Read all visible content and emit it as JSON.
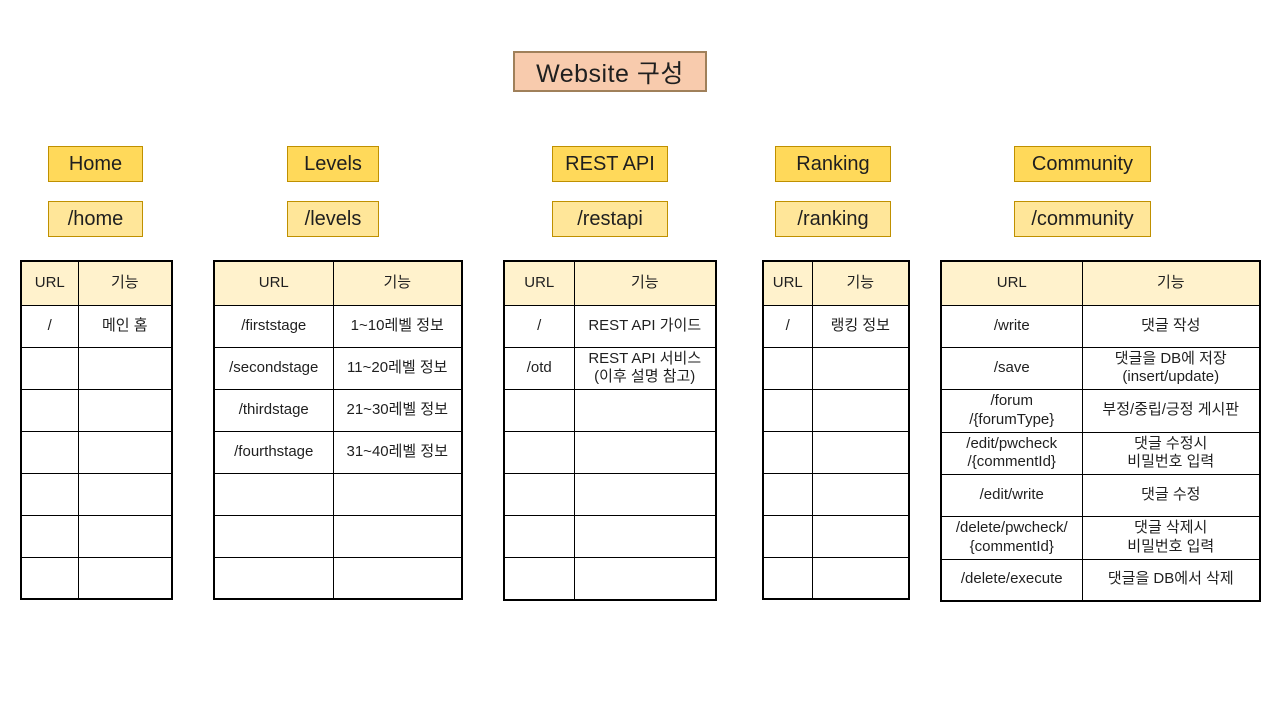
{
  "title": "Website 구성",
  "colors": {
    "title_fill": "#F8CBAD",
    "title_border": "#A0805A",
    "name_box_fill": "#FFD95A",
    "path_box_fill": "#FFE699",
    "box_border": "#BF9000",
    "table_header_fill": "#FFF2CC",
    "table_border": "#000000"
  },
  "table_headers": {
    "url": "URL",
    "func": "기능"
  },
  "columns": [
    {
      "name": "Home",
      "path": "/home",
      "rows": [
        {
          "url": "/",
          "func": "메인 홈"
        },
        {
          "url": "",
          "func": ""
        },
        {
          "url": "",
          "func": ""
        },
        {
          "url": "",
          "func": ""
        },
        {
          "url": "",
          "func": ""
        },
        {
          "url": "",
          "func": ""
        },
        {
          "url": "",
          "func": ""
        }
      ]
    },
    {
      "name": "Levels",
      "path": "/levels",
      "rows": [
        {
          "url": "/firststage",
          "func": "1~10레벨 정보"
        },
        {
          "url": "/secondstage",
          "func": "11~20레벨 정보"
        },
        {
          "url": "/thirdstage",
          "func": "21~30레벨 정보"
        },
        {
          "url": "/fourthstage",
          "func": "31~40레벨 정보"
        },
        {
          "url": "",
          "func": ""
        },
        {
          "url": "",
          "func": ""
        },
        {
          "url": "",
          "func": ""
        }
      ]
    },
    {
      "name": "REST API",
      "path": "/restapi",
      "rows": [
        {
          "url": "/",
          "func": "REST API 가이드"
        },
        {
          "url": "/otd",
          "func": "REST API 서비스\n(이후 설명 참고)"
        },
        {
          "url": "",
          "func": ""
        },
        {
          "url": "",
          "func": ""
        },
        {
          "url": "",
          "func": ""
        },
        {
          "url": "",
          "func": ""
        },
        {
          "url": "",
          "func": ""
        }
      ]
    },
    {
      "name": "Ranking",
      "path": "/ranking",
      "rows": [
        {
          "url": "/",
          "func": "랭킹 정보"
        },
        {
          "url": "",
          "func": ""
        },
        {
          "url": "",
          "func": ""
        },
        {
          "url": "",
          "func": ""
        },
        {
          "url": "",
          "func": ""
        },
        {
          "url": "",
          "func": ""
        },
        {
          "url": "",
          "func": ""
        }
      ]
    },
    {
      "name": "Community",
      "path": "/community",
      "rows": [
        {
          "url": "/write",
          "func": "댓글 작성"
        },
        {
          "url": "/save",
          "func": "댓글을 DB에 저장\n(insert/update)"
        },
        {
          "url": "/forum\n/{forumType}",
          "func": "부정/중립/긍정 게시판"
        },
        {
          "url": "/edit/pwcheck\n/{commentId}",
          "func": "댓글 수정시\n비밀번호 입력"
        },
        {
          "url": "/edit/write",
          "func": "댓글 수정"
        },
        {
          "url": "/delete/pwcheck/\n{commentId}",
          "func": "댓글 삭제시\n비밀번호 입력"
        },
        {
          "url": "/delete/execute",
          "func": "댓글을 DB에서 삭제"
        }
      ]
    }
  ]
}
